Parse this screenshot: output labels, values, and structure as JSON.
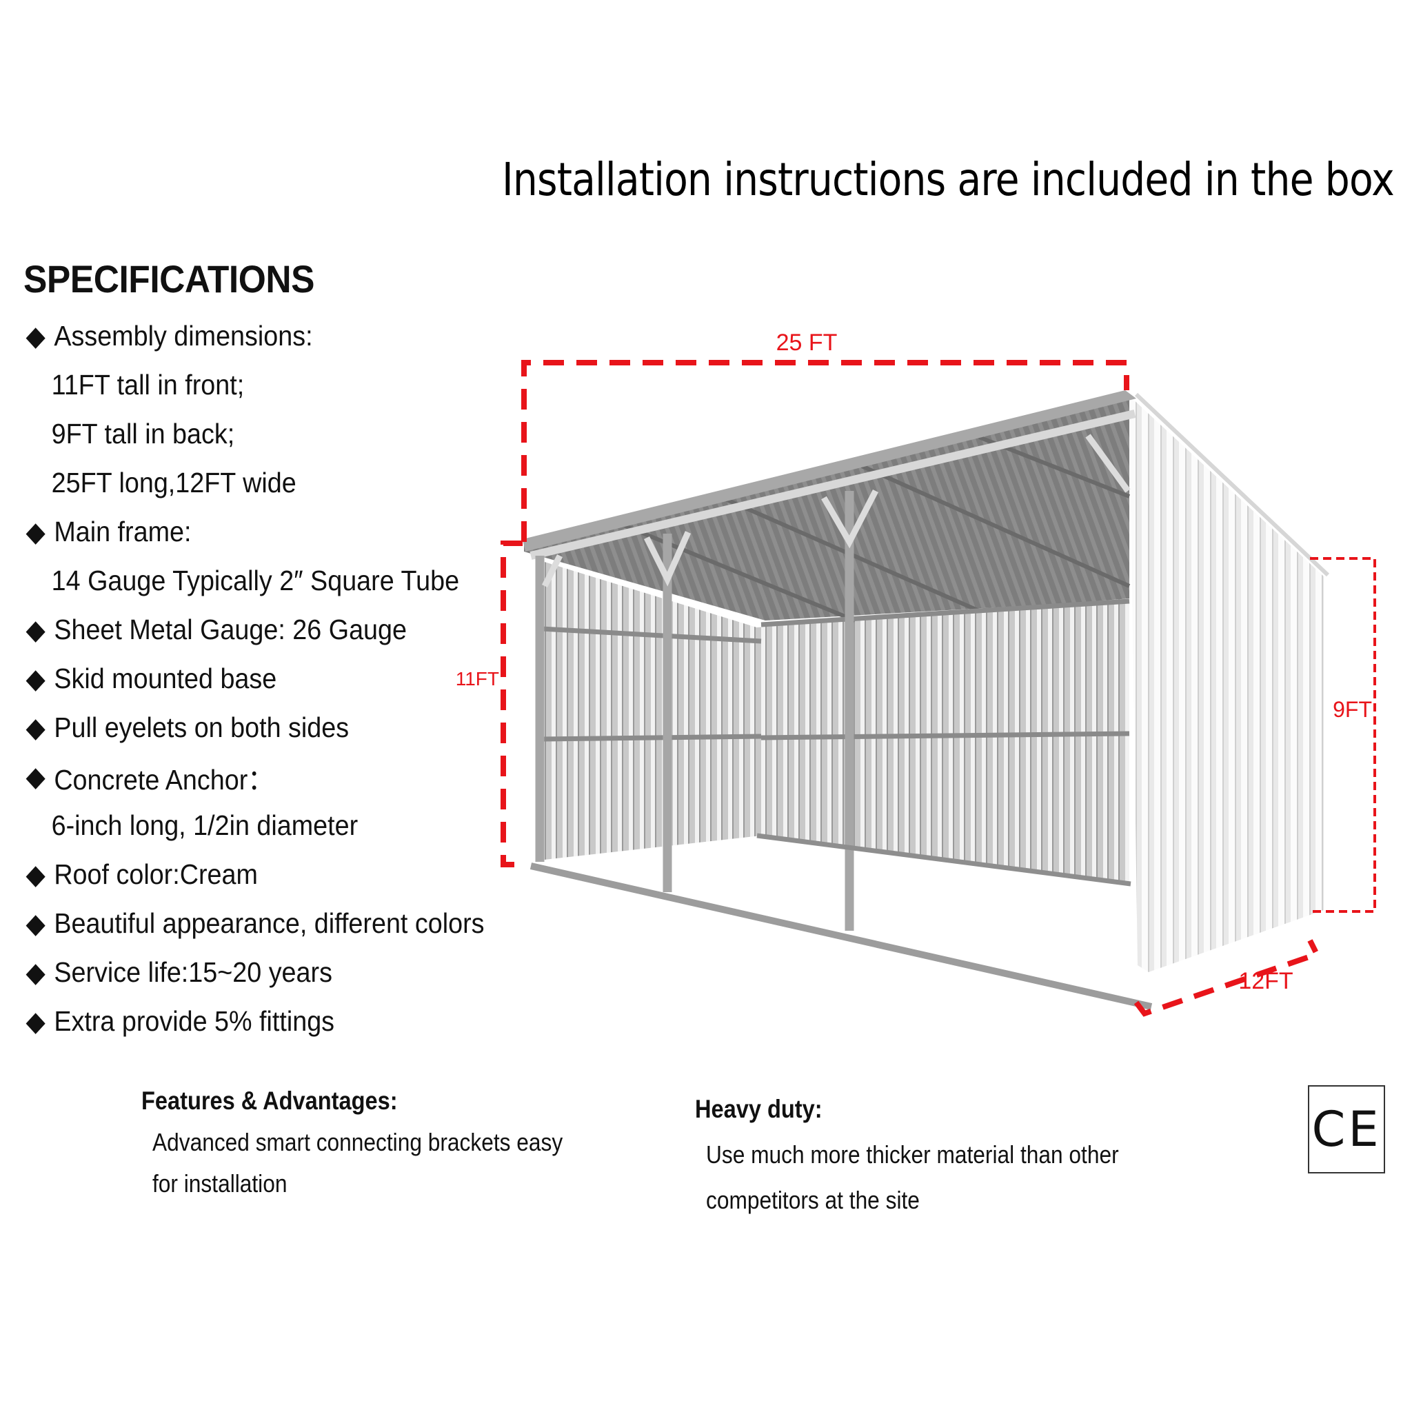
{
  "headline": "Installation instructions are included in the box",
  "specifications": {
    "title": "SPECIFICATIONS",
    "lines": [
      {
        "bullet": true,
        "text": "Assembly dimensions:"
      },
      {
        "bullet": false,
        "text": "11FT tall in front;"
      },
      {
        "bullet": false,
        "text": "9FT tall in back;"
      },
      {
        "bullet": false,
        "text": "25FT long,12FT wide"
      },
      {
        "bullet": true,
        "text": "Main frame:"
      },
      {
        "bullet": false,
        "text": "14 Gauge Typically 2″ Square Tube"
      },
      {
        "bullet": true,
        "text": "Sheet Metal Gauge: 26 Gauge"
      },
      {
        "bullet": true,
        "text": "Skid mounted base"
      },
      {
        "bullet": true,
        "text": "Pull eyelets on both sides"
      },
      {
        "bullet": true,
        "text": "Concrete Anchor："
      },
      {
        "bullet": false,
        "text": "6-inch long, 1/2in diameter"
      },
      {
        "bullet": true,
        "text": "Roof color:Cream"
      },
      {
        "bullet": true,
        "text": "Beautiful appearance, different colors"
      },
      {
        "bullet": true,
        "text": "Service life:15~20 years"
      },
      {
        "bullet": true,
        "text": "Extra provide 5% fittings"
      }
    ],
    "bullet_glyph": "◆"
  },
  "diagram": {
    "product": "lean-to loafing shed",
    "dimensions": {
      "length": "25 FT",
      "front_height": "11FT",
      "back_height": "9FT",
      "width": "12FT"
    },
    "dimension_color": "#e8141a"
  },
  "features": {
    "title": "Features & Advantages:",
    "lines": [
      "Advanced smart connecting brackets easy",
      "for installation"
    ]
  },
  "heavy_duty": {
    "title": "Heavy duty:",
    "lines": [
      "Use much more thicker material than other",
      "competitors at the site"
    ]
  },
  "certification": {
    "mark": "CE"
  }
}
